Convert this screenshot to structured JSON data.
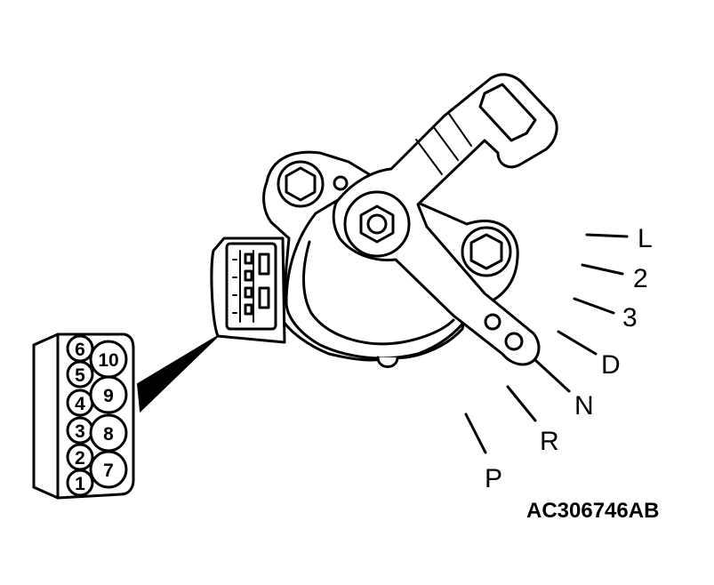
{
  "positions": {
    "L": "L",
    "two": "2",
    "three": "3",
    "D": "D",
    "N": "N",
    "R": "R",
    "P": "P"
  },
  "pins": {
    "p1": "1",
    "p2": "2",
    "p3": "3",
    "p4": "4",
    "p5": "5",
    "p6": "6",
    "p7": "7",
    "p8": "8",
    "p9": "9",
    "p10": "10"
  },
  "figure_code": "AC306746AB"
}
